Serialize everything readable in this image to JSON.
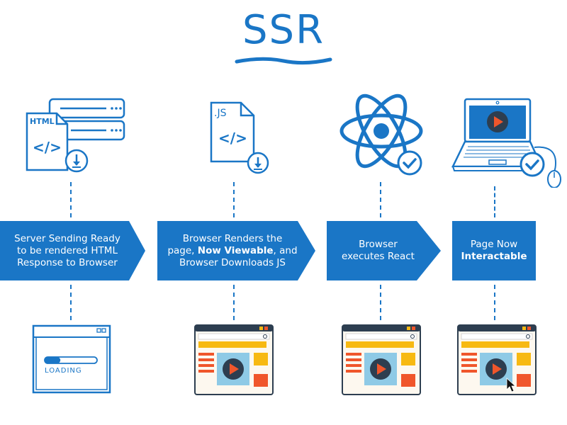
{
  "title": "SSR",
  "colors": {
    "primary_blue": "#1a76c6",
    "dark_navy": "#2d3e50",
    "orange_red": "#f0562b",
    "yellow": "#f7b912",
    "light_blue": "#8ecae6",
    "cream": "#fdf8ef"
  },
  "steps": [
    {
      "icon": "html-file-server-icon",
      "file_label": "HTML",
      "lines": [
        "Server Sending Ready",
        "to be rendered HTML",
        "Response to Browser"
      ],
      "bottom_icon": "loading-browser-icon",
      "bottom_label": "LOADING",
      "loading_progress": 0.3
    },
    {
      "icon": "js-file-download-icon",
      "file_label": ".JS",
      "line1": "Browser Renders the",
      "line2_pre": "page, ",
      "line2_bold": "Now Viewable",
      "line2_post": ", and",
      "line3": "Browser Downloads JS",
      "bottom_icon": "rendered-webpage-icon"
    },
    {
      "icon": "react-atom-check-icon",
      "lines": [
        "Browser",
        "executes React"
      ],
      "bottom_icon": "rendered-webpage-icon"
    },
    {
      "icon": "laptop-play-check-icon",
      "line1": "Page Now",
      "line2_bold": "Interactable",
      "bottom_icon": "interactive-webpage-cursor-icon"
    }
  ]
}
